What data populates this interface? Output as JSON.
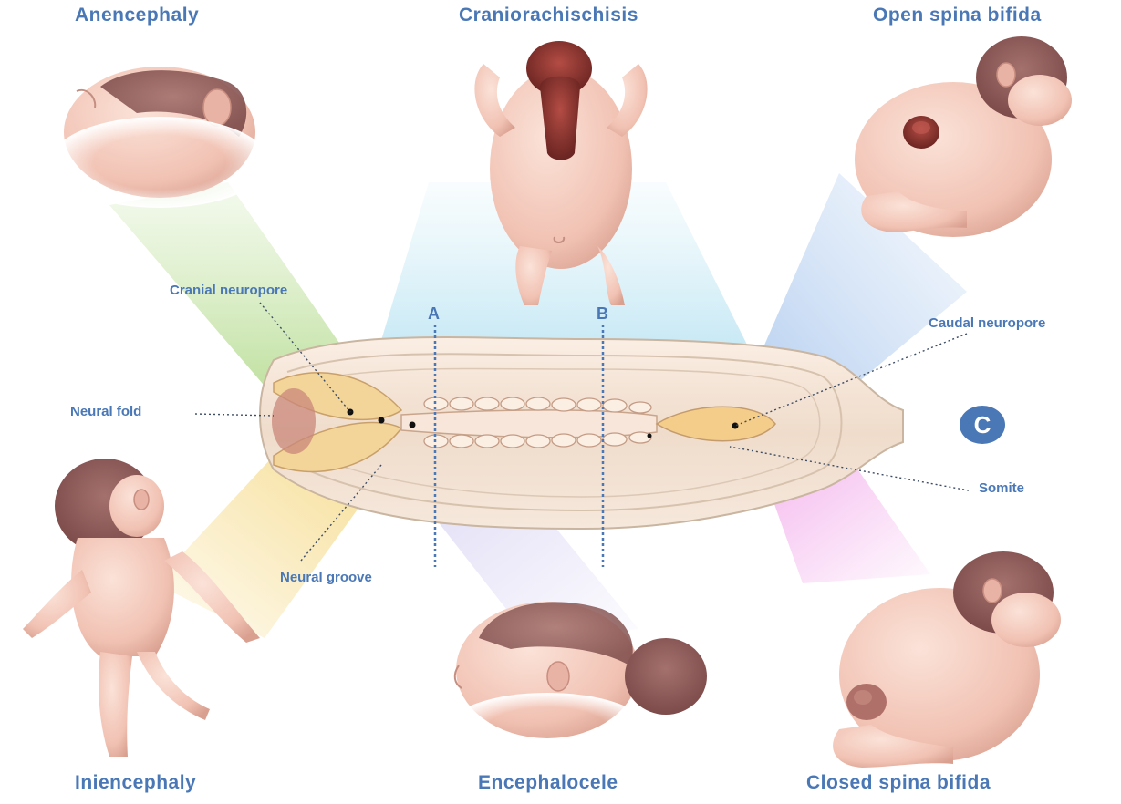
{
  "titles": {
    "anencephaly": "Anencephaly",
    "craniorachischisis": "Craniorachischisis",
    "open_spina_bifida": "Open spina bifida",
    "iniencephaly": "Iniencephaly",
    "encephalocele": "Encephalocele",
    "closed_spina_bifida": "Closed spina bifida"
  },
  "labels": {
    "cranial_neuropore": "Cranial neuropore",
    "caudal_neuropore": "Caudal neuropore",
    "neural_fold": "Neural fold",
    "neural_groove": "Neural groove",
    "somite": "Somite"
  },
  "section_markers": {
    "a": "A",
    "b": "B",
    "c": "C"
  },
  "colors": {
    "text_accent": "#4a78b6",
    "skin": "#f1c9bd",
    "skin_shadow": "#d9a79a",
    "hair": "#8e5a58",
    "lesion": "#7a2f2c",
    "embryo_border": "#c9b5a0",
    "beam_green": "#b6dd8f",
    "beam_cyan": "#bfe7f2",
    "beam_blue": "#a9c8ee",
    "beam_yellow": "#f5d77e",
    "beam_lavender": "#c9c2ee",
    "beam_pink": "#f2a6ea"
  }
}
